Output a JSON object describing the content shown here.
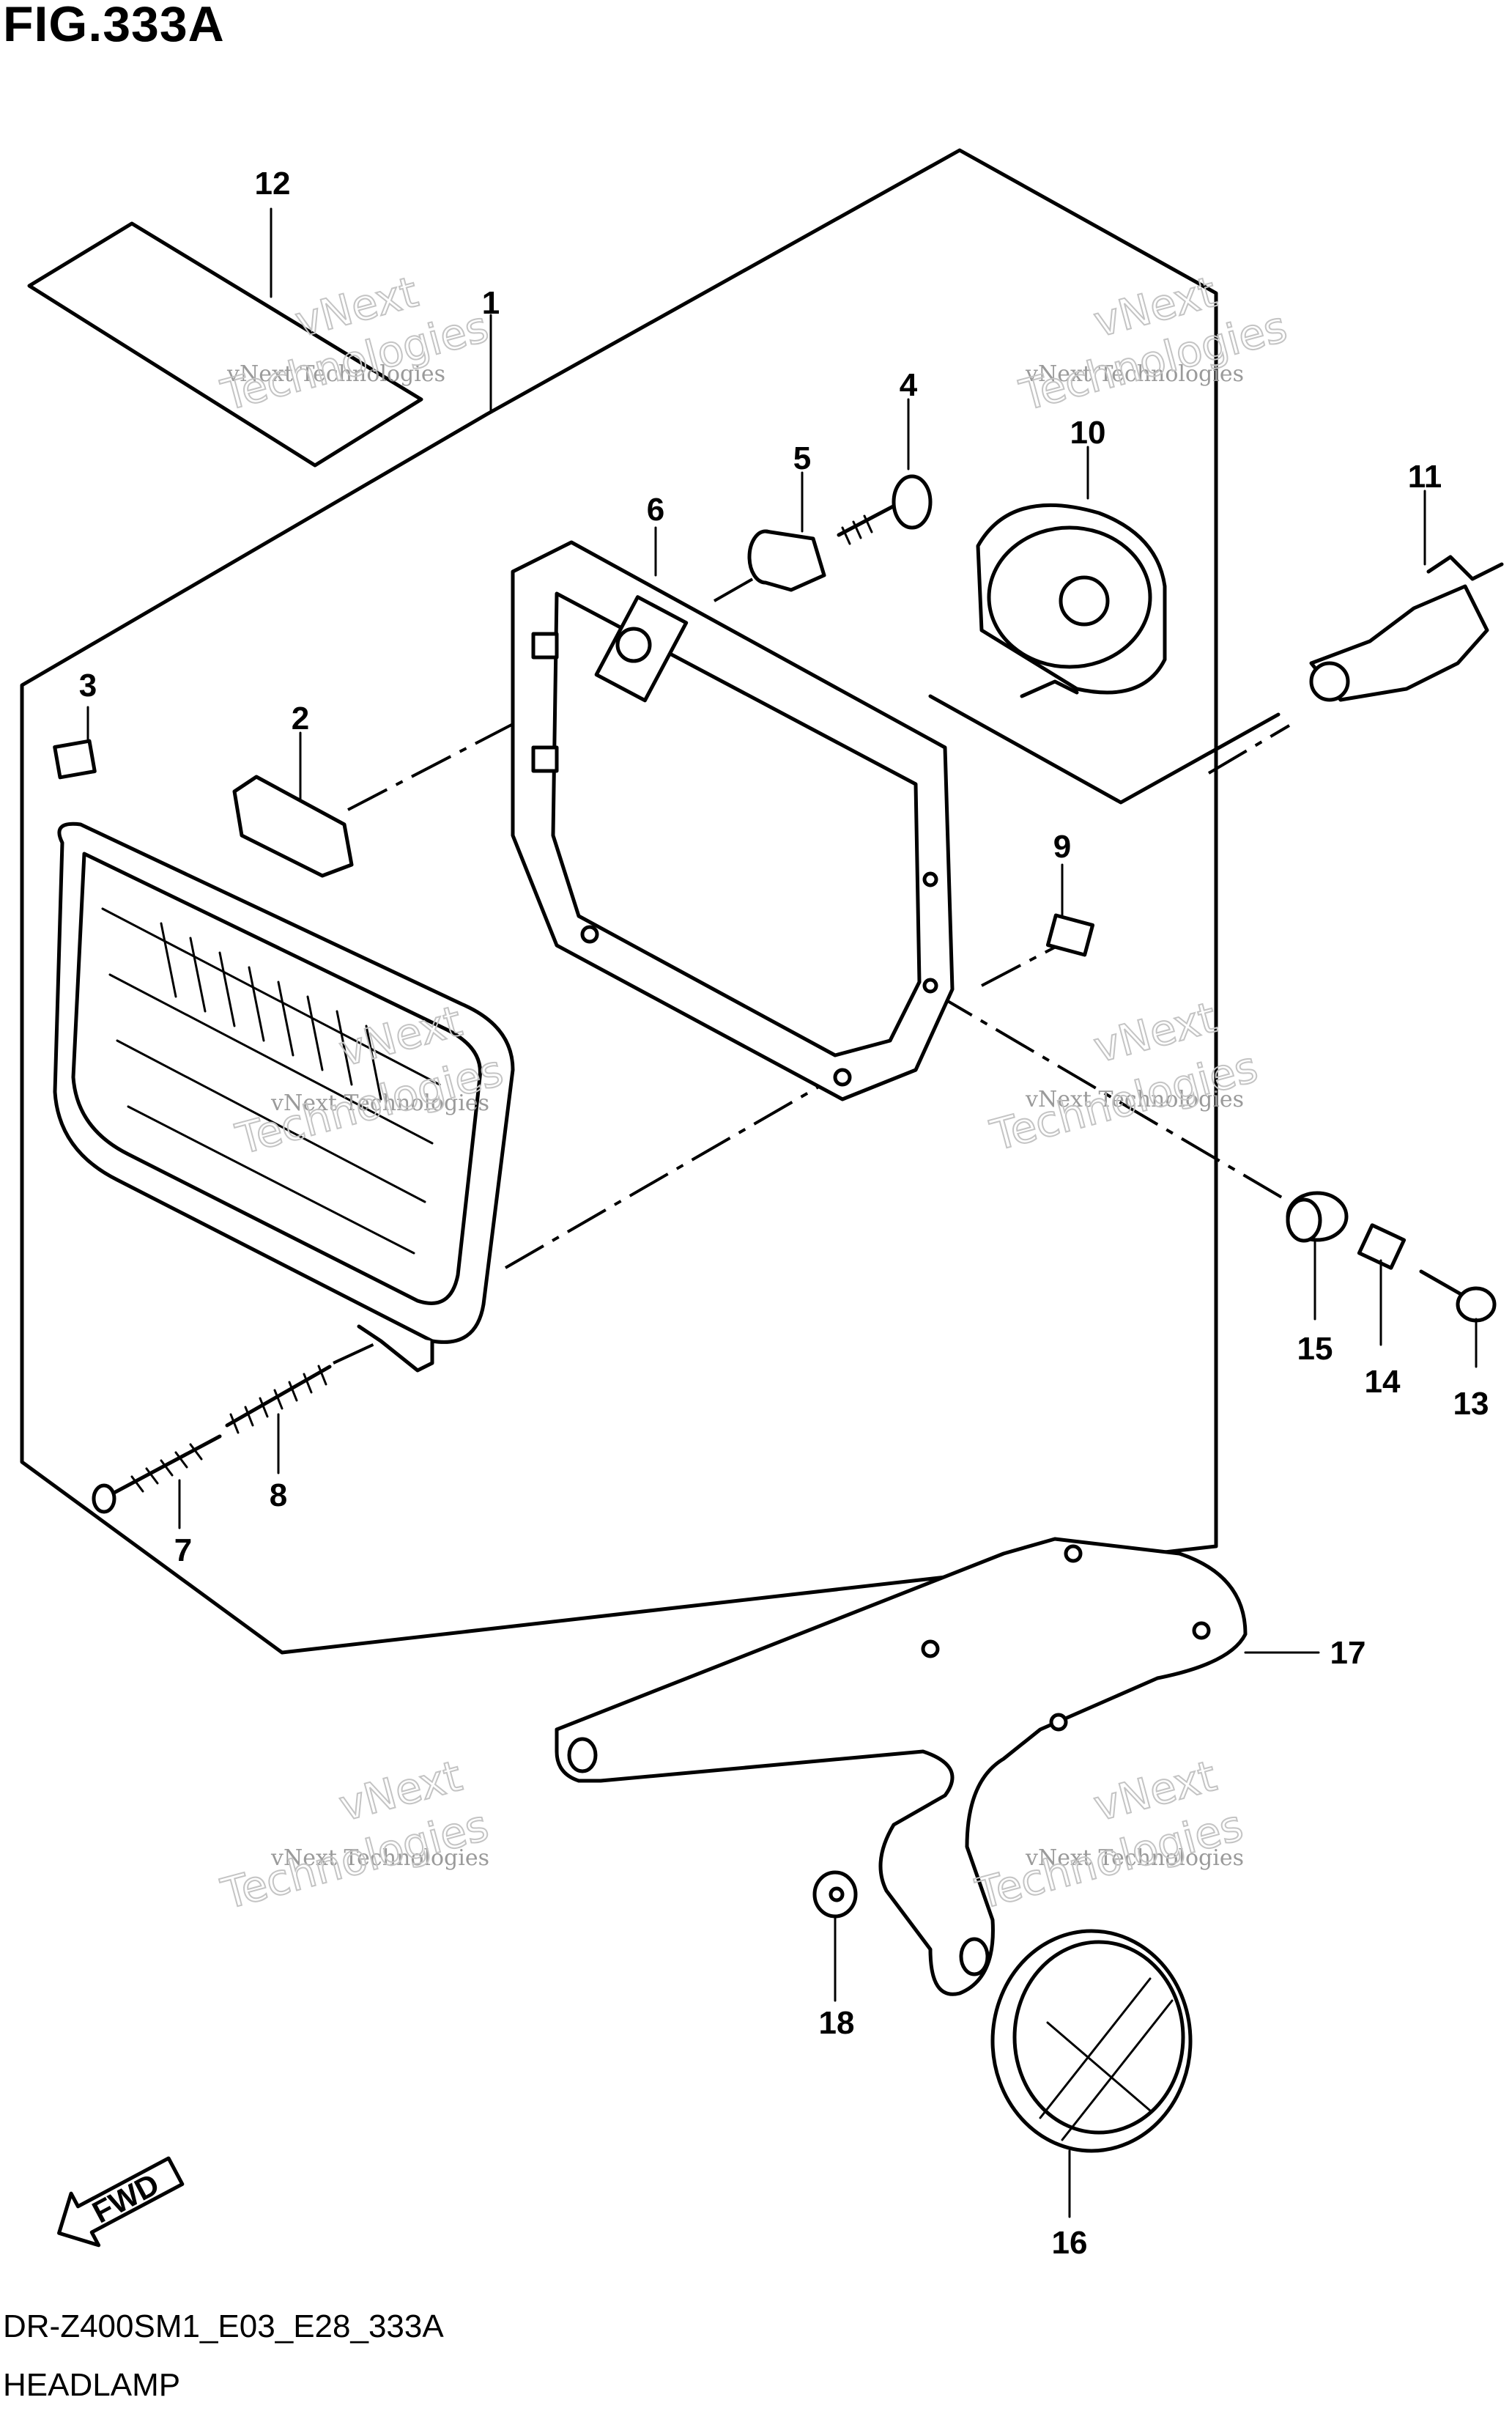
{
  "figure": {
    "title": "FIG.333A",
    "code": "DR-Z400SM1_E03_E28_333A",
    "name": "HEADLAMP"
  },
  "callouts": [
    "1",
    "2",
    "3",
    "4",
    "5",
    "6",
    "7",
    "8",
    "9",
    "10",
    "11",
    "12",
    "13",
    "14",
    "15",
    "16",
    "17",
    "18"
  ],
  "watermark": {
    "line1": "vNext Technologies",
    "line2": "vNext",
    "line3": "Technologies"
  },
  "direction_arrow": {
    "label": "FWD"
  }
}
